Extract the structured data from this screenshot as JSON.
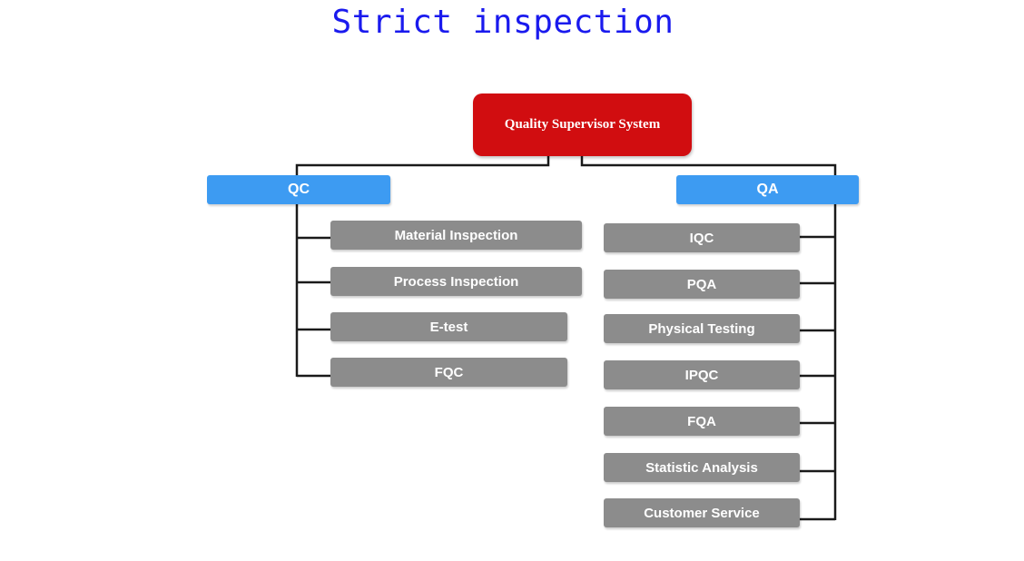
{
  "page": {
    "title": "Strict inspection"
  },
  "diagram": {
    "root": "Quality Supervisor System",
    "qc": {
      "label": "QC",
      "items": [
        "Material Inspection",
        "Process Inspection",
        "E-test",
        "FQC"
      ]
    },
    "qa": {
      "label": "QA",
      "items": [
        "IQC",
        "PQA",
        "Physical Testing",
        "IPQC",
        "FQA",
        "Statistic Analysis",
        "Customer Service"
      ]
    }
  },
  "colors": {
    "title": "#1a1aee",
    "root": "#d10d10",
    "branch": "#3d9bf2",
    "leaf": "#8c8c8c",
    "line": "#1a1a1a"
  }
}
